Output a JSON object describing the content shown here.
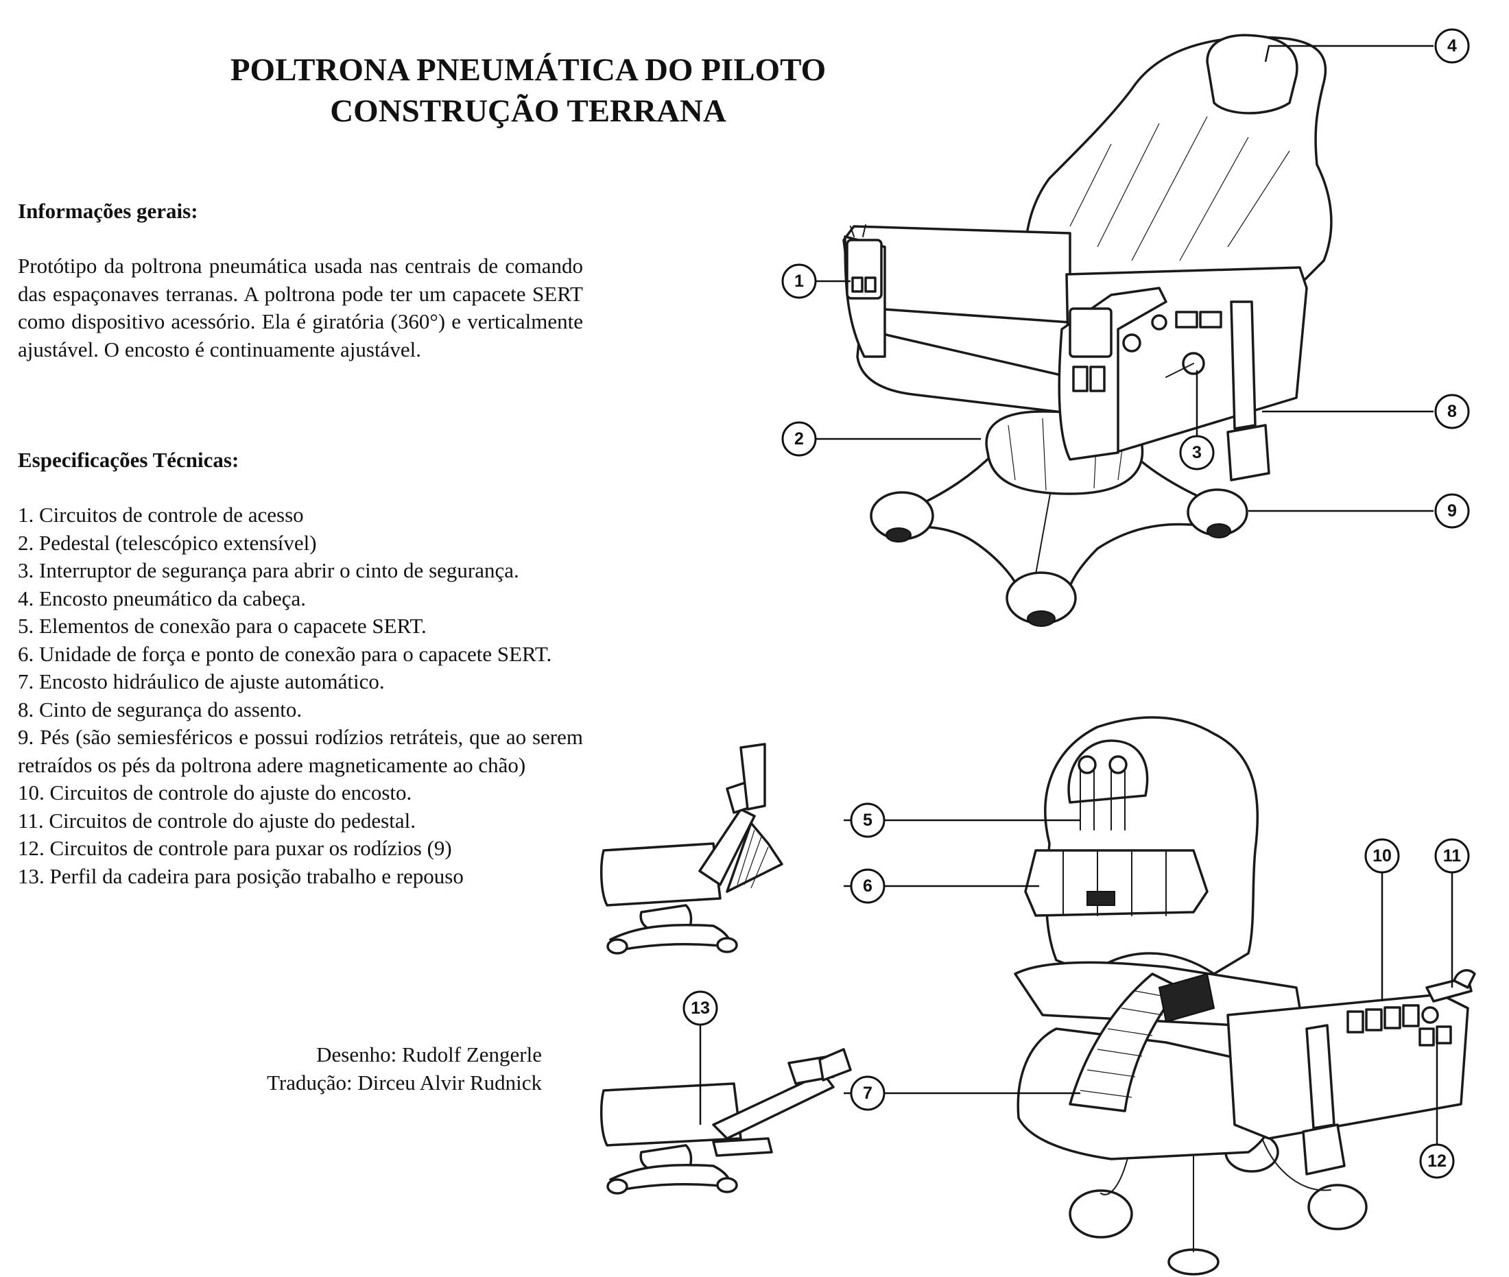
{
  "title": {
    "line1": "POLTRONA PNEUMÁTICA DO PILOTO",
    "line2": "CONSTRUÇÃO TERRANA"
  },
  "general": {
    "heading": "Informações gerais:",
    "body": "Protótipo da poltrona pneumática usada nas centrais de comando das espaçonaves terranas. A poltrona pode ter um capacete SERT como dispositivo acessório. Ela é giratória (360°) e verticalmente ajustável. O encosto é continuamente ajustável."
  },
  "specs": {
    "heading": "Especificações Técnicas:",
    "items": [
      "1. Circuitos de controle de acesso",
      "2. Pedestal (telescópico extensível)",
      "3. Interruptor de segurança para abrir o cinto de segurança.",
      "4. Encosto pneumático da cabeça.",
      "5. Elementos de conexão para o capacete SERT.",
      "6. Unidade de força e ponto de conexão para o capacete SERT.",
      "7. Encosto hidráulico de ajuste automático.",
      "8. Cinto de segurança do assento.",
      "9. Pés (são semiesféricos e possui rodízios retráteis, que ao serem retraídos os pés da poltrona adere magneticamente ao chão)",
      "10. Circuitos de controle do ajuste do encosto.",
      "11. Circuitos de controle do ajuste do pedestal.",
      "12. Circuitos de controle para puxar os rodízios (9)",
      "13. Perfil da cadeira para posição trabalho e repouso"
    ]
  },
  "credits": {
    "drawing": "Desenho: Rudolf Zengerle",
    "translation": "Tradução: Dirceu Alvir Rudnick"
  },
  "callouts": [
    "1",
    "2",
    "3",
    "4",
    "5",
    "6",
    "7",
    "8",
    "9",
    "10",
    "11",
    "12",
    "13"
  ]
}
